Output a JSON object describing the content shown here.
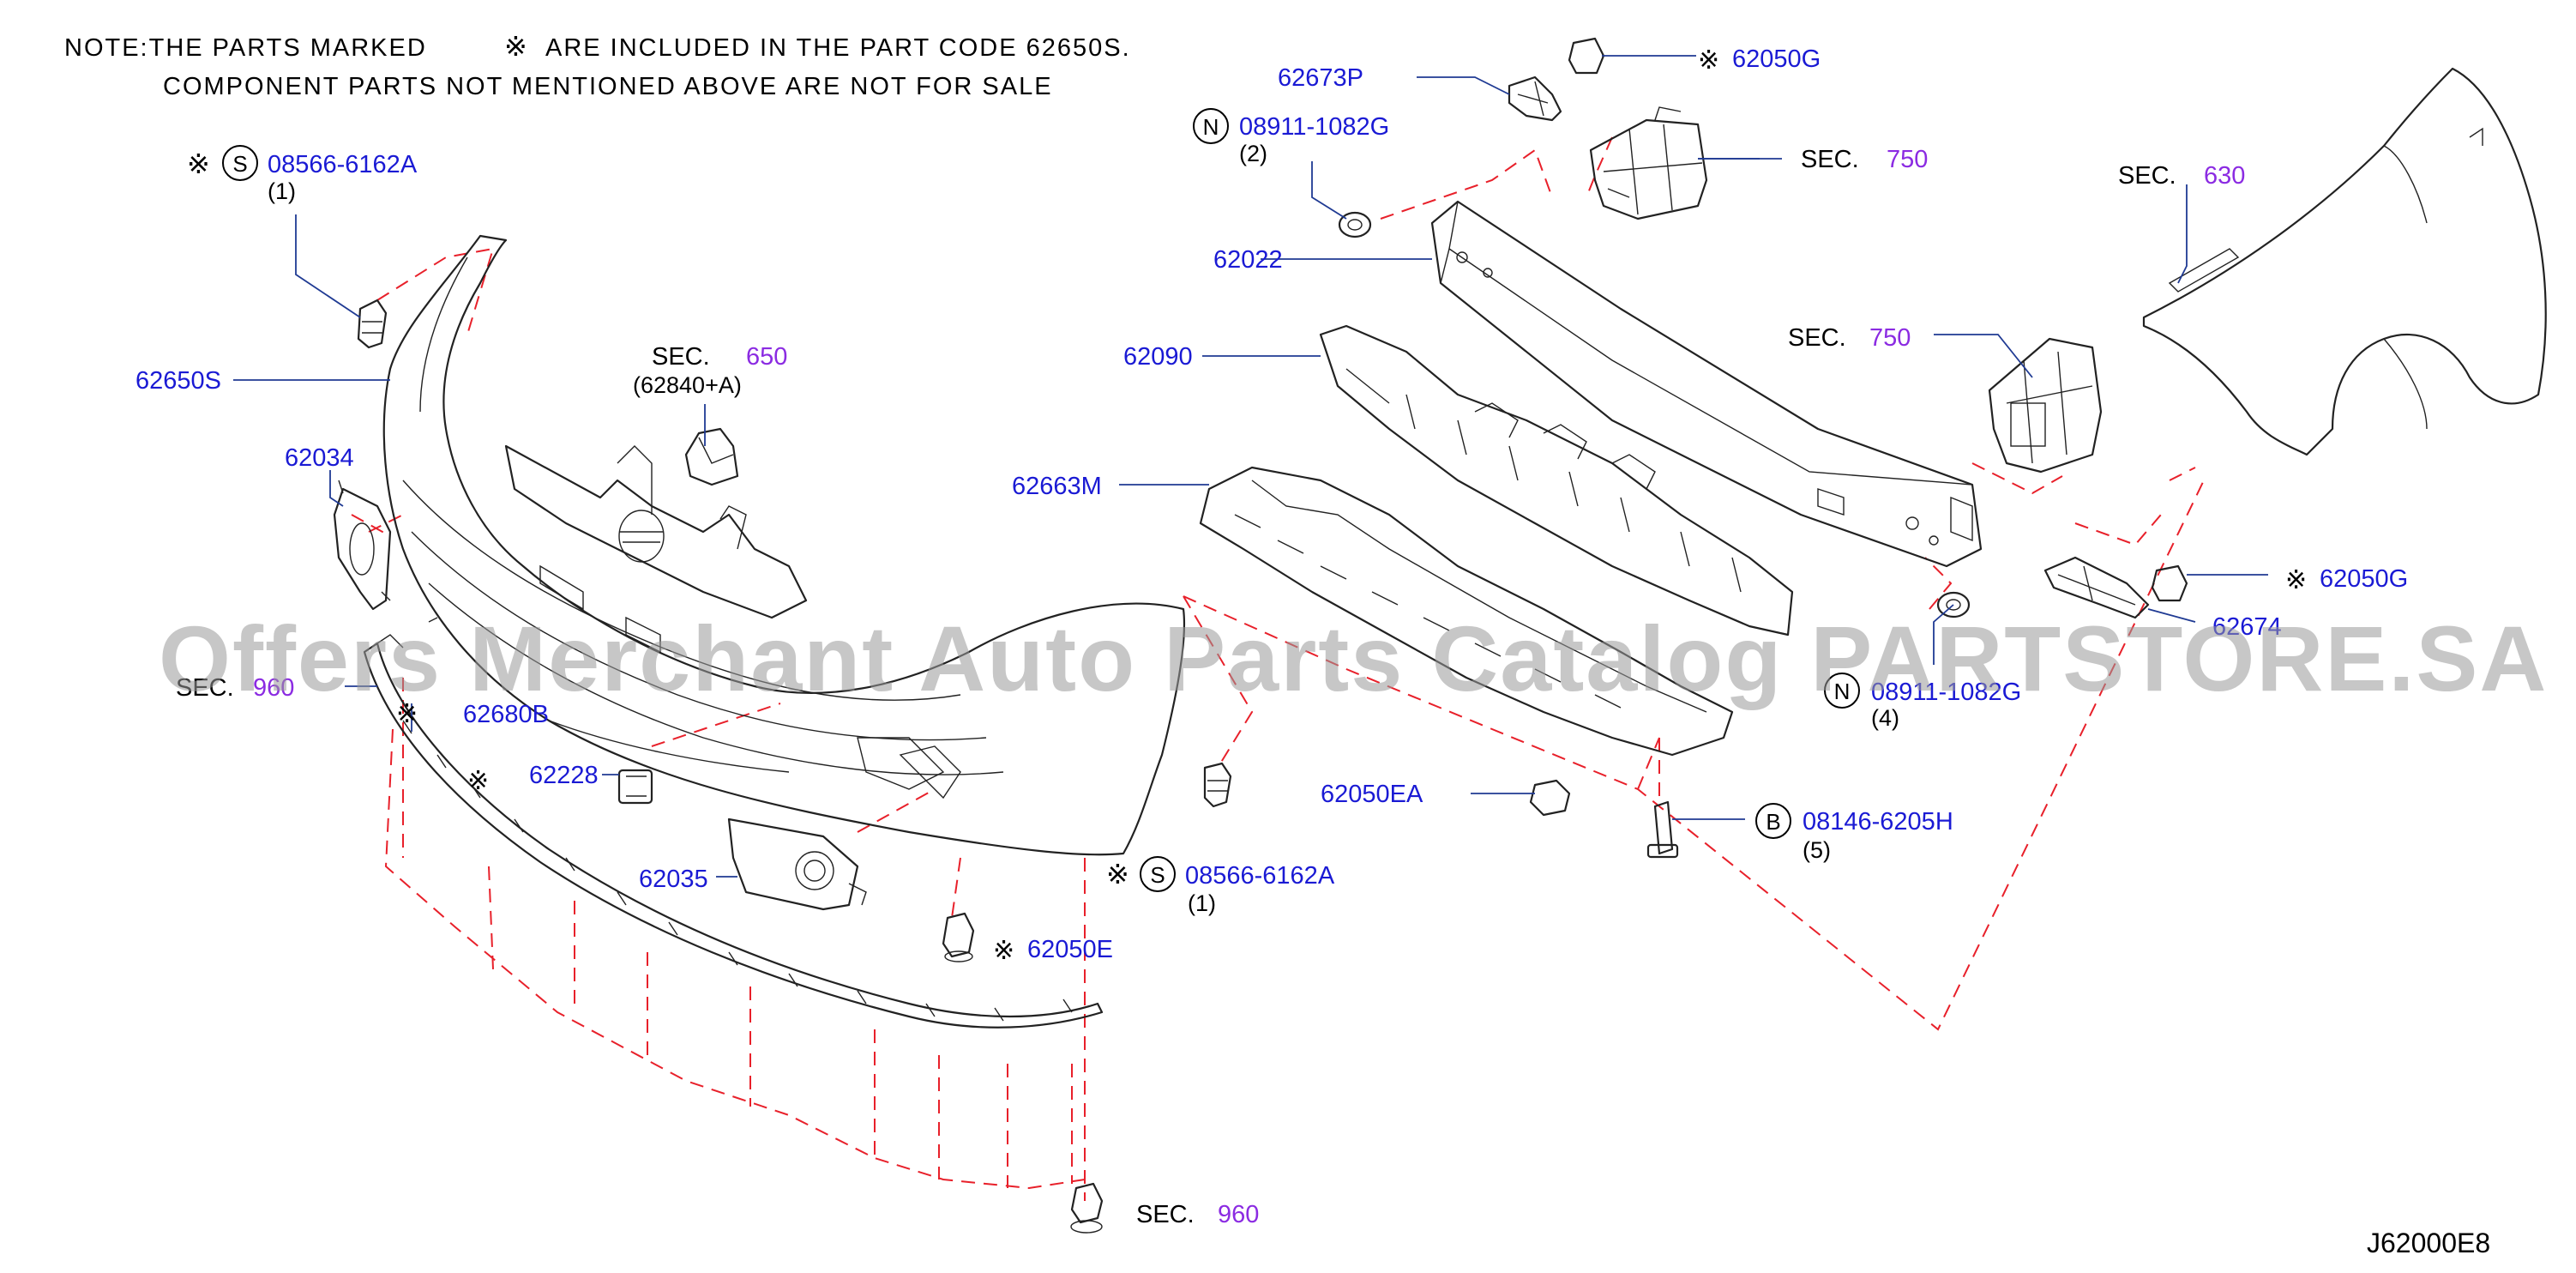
{
  "colors": {
    "part_number": "#1a1ad4",
    "section_number": "#8b2be2",
    "leader": "#1f3a93",
    "dashed": "#e8202a",
    "line": "#222222"
  },
  "note": {
    "line1a": "NOTE:THE  PARTS  MARKED",
    "mark": "※",
    "line1b": "ARE  INCLUDED  IN  THE  PART  CODE  62650S.",
    "line2": "COMPONENT  PARTS  NOT  MENTIONED  ABOVE  ARE  NOT  FOR  SALE"
  },
  "watermark": "Offers Merchant Auto Parts Catalog PARTSTORE.SA",
  "diagram_code": "J62000E8",
  "symbols": {
    "mark": "※",
    "S": "S",
    "N": "N",
    "B": "B"
  },
  "sec_label": "SEC.",
  "parts": {
    "p08566_top": "08566-6162A",
    "p08566_top_qty": "(1)",
    "p62650S": "62650S",
    "p62034": "62034",
    "p62680B": "62680B",
    "p62228": "62228",
    "p62035": "62035",
    "p62050E": "62050E",
    "p08566_mid": "08566-6162A",
    "p08566_mid_qty": "(1)",
    "p62673P": "62673P",
    "p62050G_top": "62050G",
    "p08911_top": "08911-1082G",
    "p08911_top_qty": "(2)",
    "p62022": "62022",
    "p62090": "62090",
    "p62663M": "62663M",
    "p62050EA": "62050EA",
    "p08146": "08146-6205H",
    "p08146_qty": "(5)",
    "p08911_low": "08911-1082G",
    "p08911_low_qty": "(4)",
    "p62050G_low": "62050G",
    "p62674": "62674"
  },
  "sections": {
    "s650": "650",
    "s650_sub": "(62840+A)",
    "s750_top": "750",
    "s750_mid": "750",
    "s630": "630",
    "s960_left": "960",
    "s960_bottom": "960"
  }
}
